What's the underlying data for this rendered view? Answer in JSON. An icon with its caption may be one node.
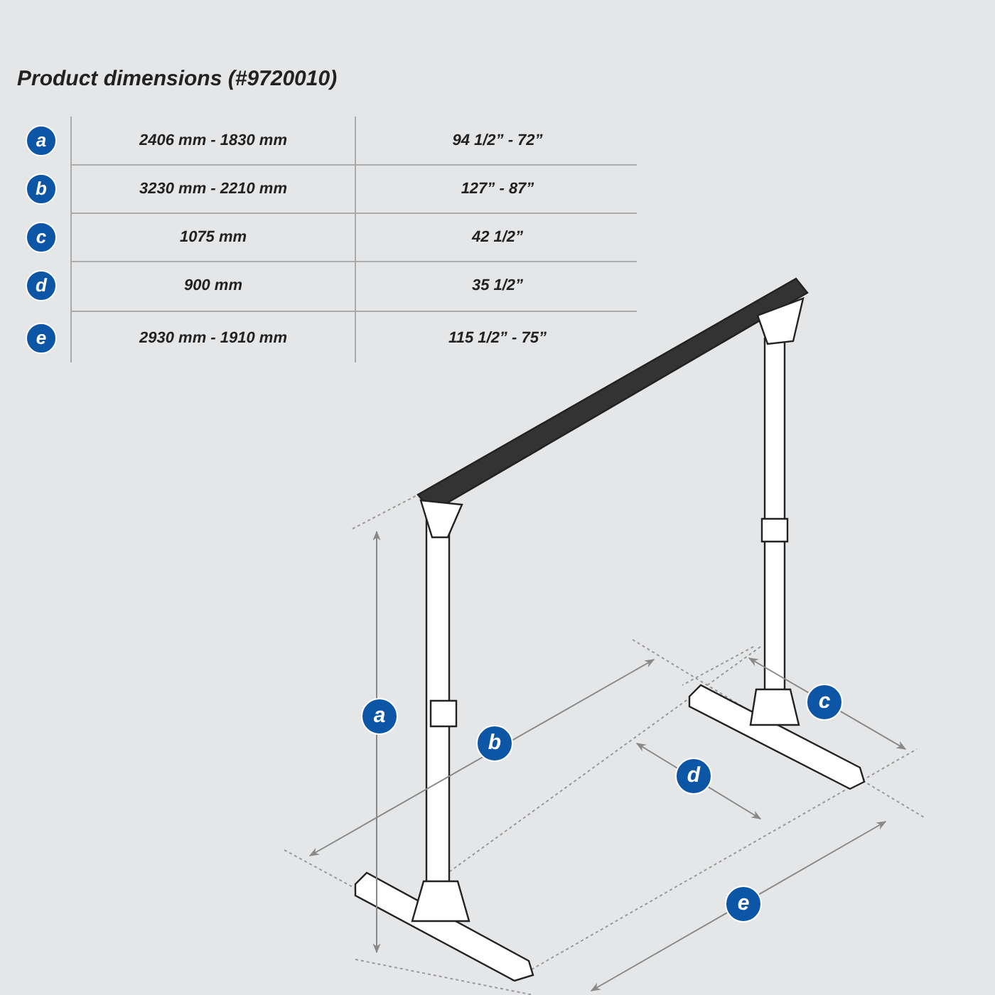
{
  "diagram": {
    "title": "Product dimensions (#9720010)",
    "labels": [
      "a",
      "2406 mm - 1830 mm",
      "94 1/2” - 72”",
      "b",
      "3230 mm - 2210 mm",
      "127” - 87”",
      "c",
      "1075 mm",
      "42 1/2”",
      "d",
      "900 mm",
      "35 1/2”",
      "e",
      "2930 mm - 1910 mm",
      "115 1/2” - 75”",
      "c",
      "a",
      "b",
      "d",
      "e"
    ]
  }
}
